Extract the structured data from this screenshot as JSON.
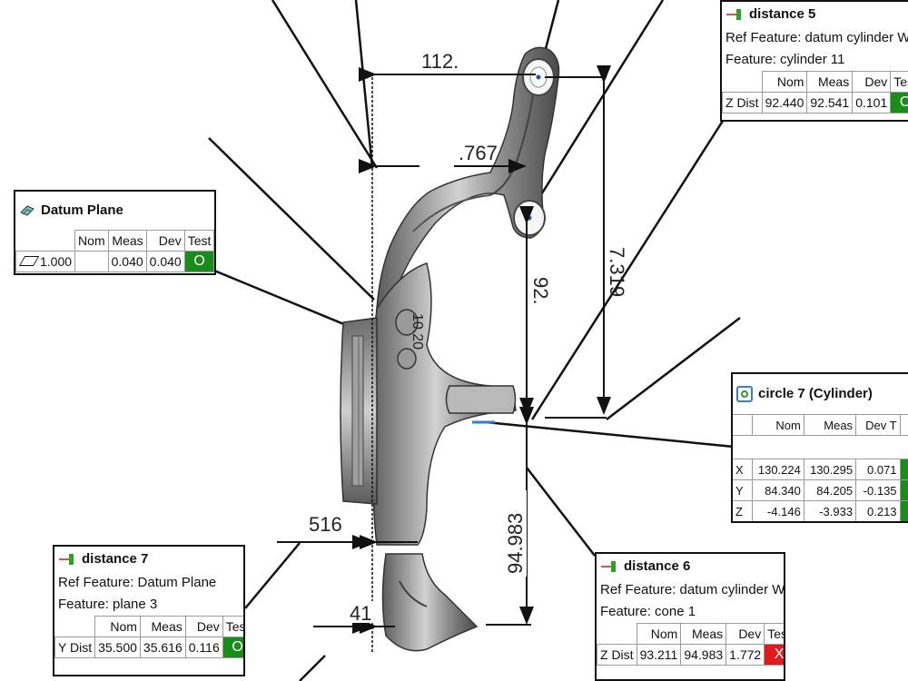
{
  "dimensions": {
    "top_h": "112.",
    "mid_h": ".767",
    "left_low": "516",
    "left_bottom": "41",
    "v_right": "7.319",
    "v_mid": "92.",
    "v_lower": "94.983",
    "part_text": "10.20"
  },
  "callouts": {
    "distance5": {
      "title": "distance 5",
      "ref": "Ref Feature: datum cylinder W",
      "feature": "Feature: cylinder 11",
      "headers": [
        "Nom",
        "Meas",
        "Dev",
        "Test"
      ],
      "row_label": "Z Dist",
      "nom": "92.440",
      "meas": "92.541",
      "dev": "0.101",
      "test": "O"
    },
    "datum_plane": {
      "title": "Datum Plane",
      "headers": [
        "Nom",
        "Meas",
        "Dev",
        "Test"
      ],
      "nom": "1.000",
      "meas": "0.040",
      "dev": "0.040",
      "test": "O"
    },
    "circle7": {
      "title": "circle 7 (Cylinder)",
      "headers": [
        "Nom",
        "Meas",
        "Dev T"
      ],
      "rows": [
        {
          "axis": "X",
          "nom": "130.224",
          "meas": "130.295",
          "dev": "0.071"
        },
        {
          "axis": "Y",
          "nom": "84.340",
          "meas": "84.205",
          "dev": "-0.135"
        },
        {
          "axis": "Z",
          "nom": "-4.146",
          "meas": "-3.933",
          "dev": "0.213"
        }
      ]
    },
    "distance7": {
      "title": "distance 7",
      "ref": "Ref Feature: Datum Plane",
      "feature": "Feature: plane 3",
      "headers": [
        "Nom",
        "Meas",
        "Dev",
        "Test"
      ],
      "row_label": "Y Dist",
      "nom": "35.500",
      "meas": "35.616",
      "dev": "0.116",
      "test": "O"
    },
    "distance6": {
      "title": "distance 6",
      "ref": "Ref Feature: datum cylinder W",
      "feature": "Feature: cone 1",
      "headers": [
        "Nom",
        "Meas",
        "Dev",
        "Test"
      ],
      "row_label": "Z Dist",
      "nom": "93.211",
      "meas": "94.983",
      "dev": "1.772",
      "test": "X"
    }
  },
  "colors": {
    "pass": "#1a8c1a",
    "fail": "#e01b1b"
  },
  "icons": [
    "distance-icon",
    "datum-plane-icon",
    "cylinder-circle-icon"
  ]
}
